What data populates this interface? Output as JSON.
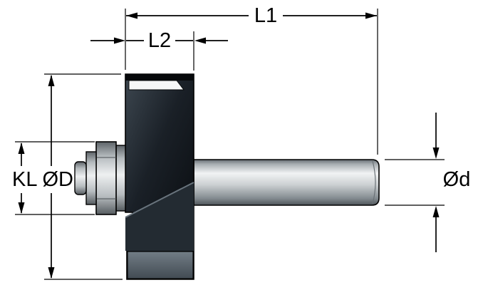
{
  "diagram": {
    "kind": "technical-drawing",
    "subject": "slot-cutter-router-bit-with-bearing-side-view",
    "labels": {
      "l1": "L1",
      "l2": "L2",
      "kl_od": "KL ØD",
      "od_shank": "Ød"
    },
    "colors": {
      "background": "#ffffff",
      "line": "#000000",
      "cutter_body_dark": "#14191f",
      "cutter_facet_gray": "#5e6971",
      "metal_light": "#eff1f2",
      "metal_dark": "#565c60"
    }
  }
}
